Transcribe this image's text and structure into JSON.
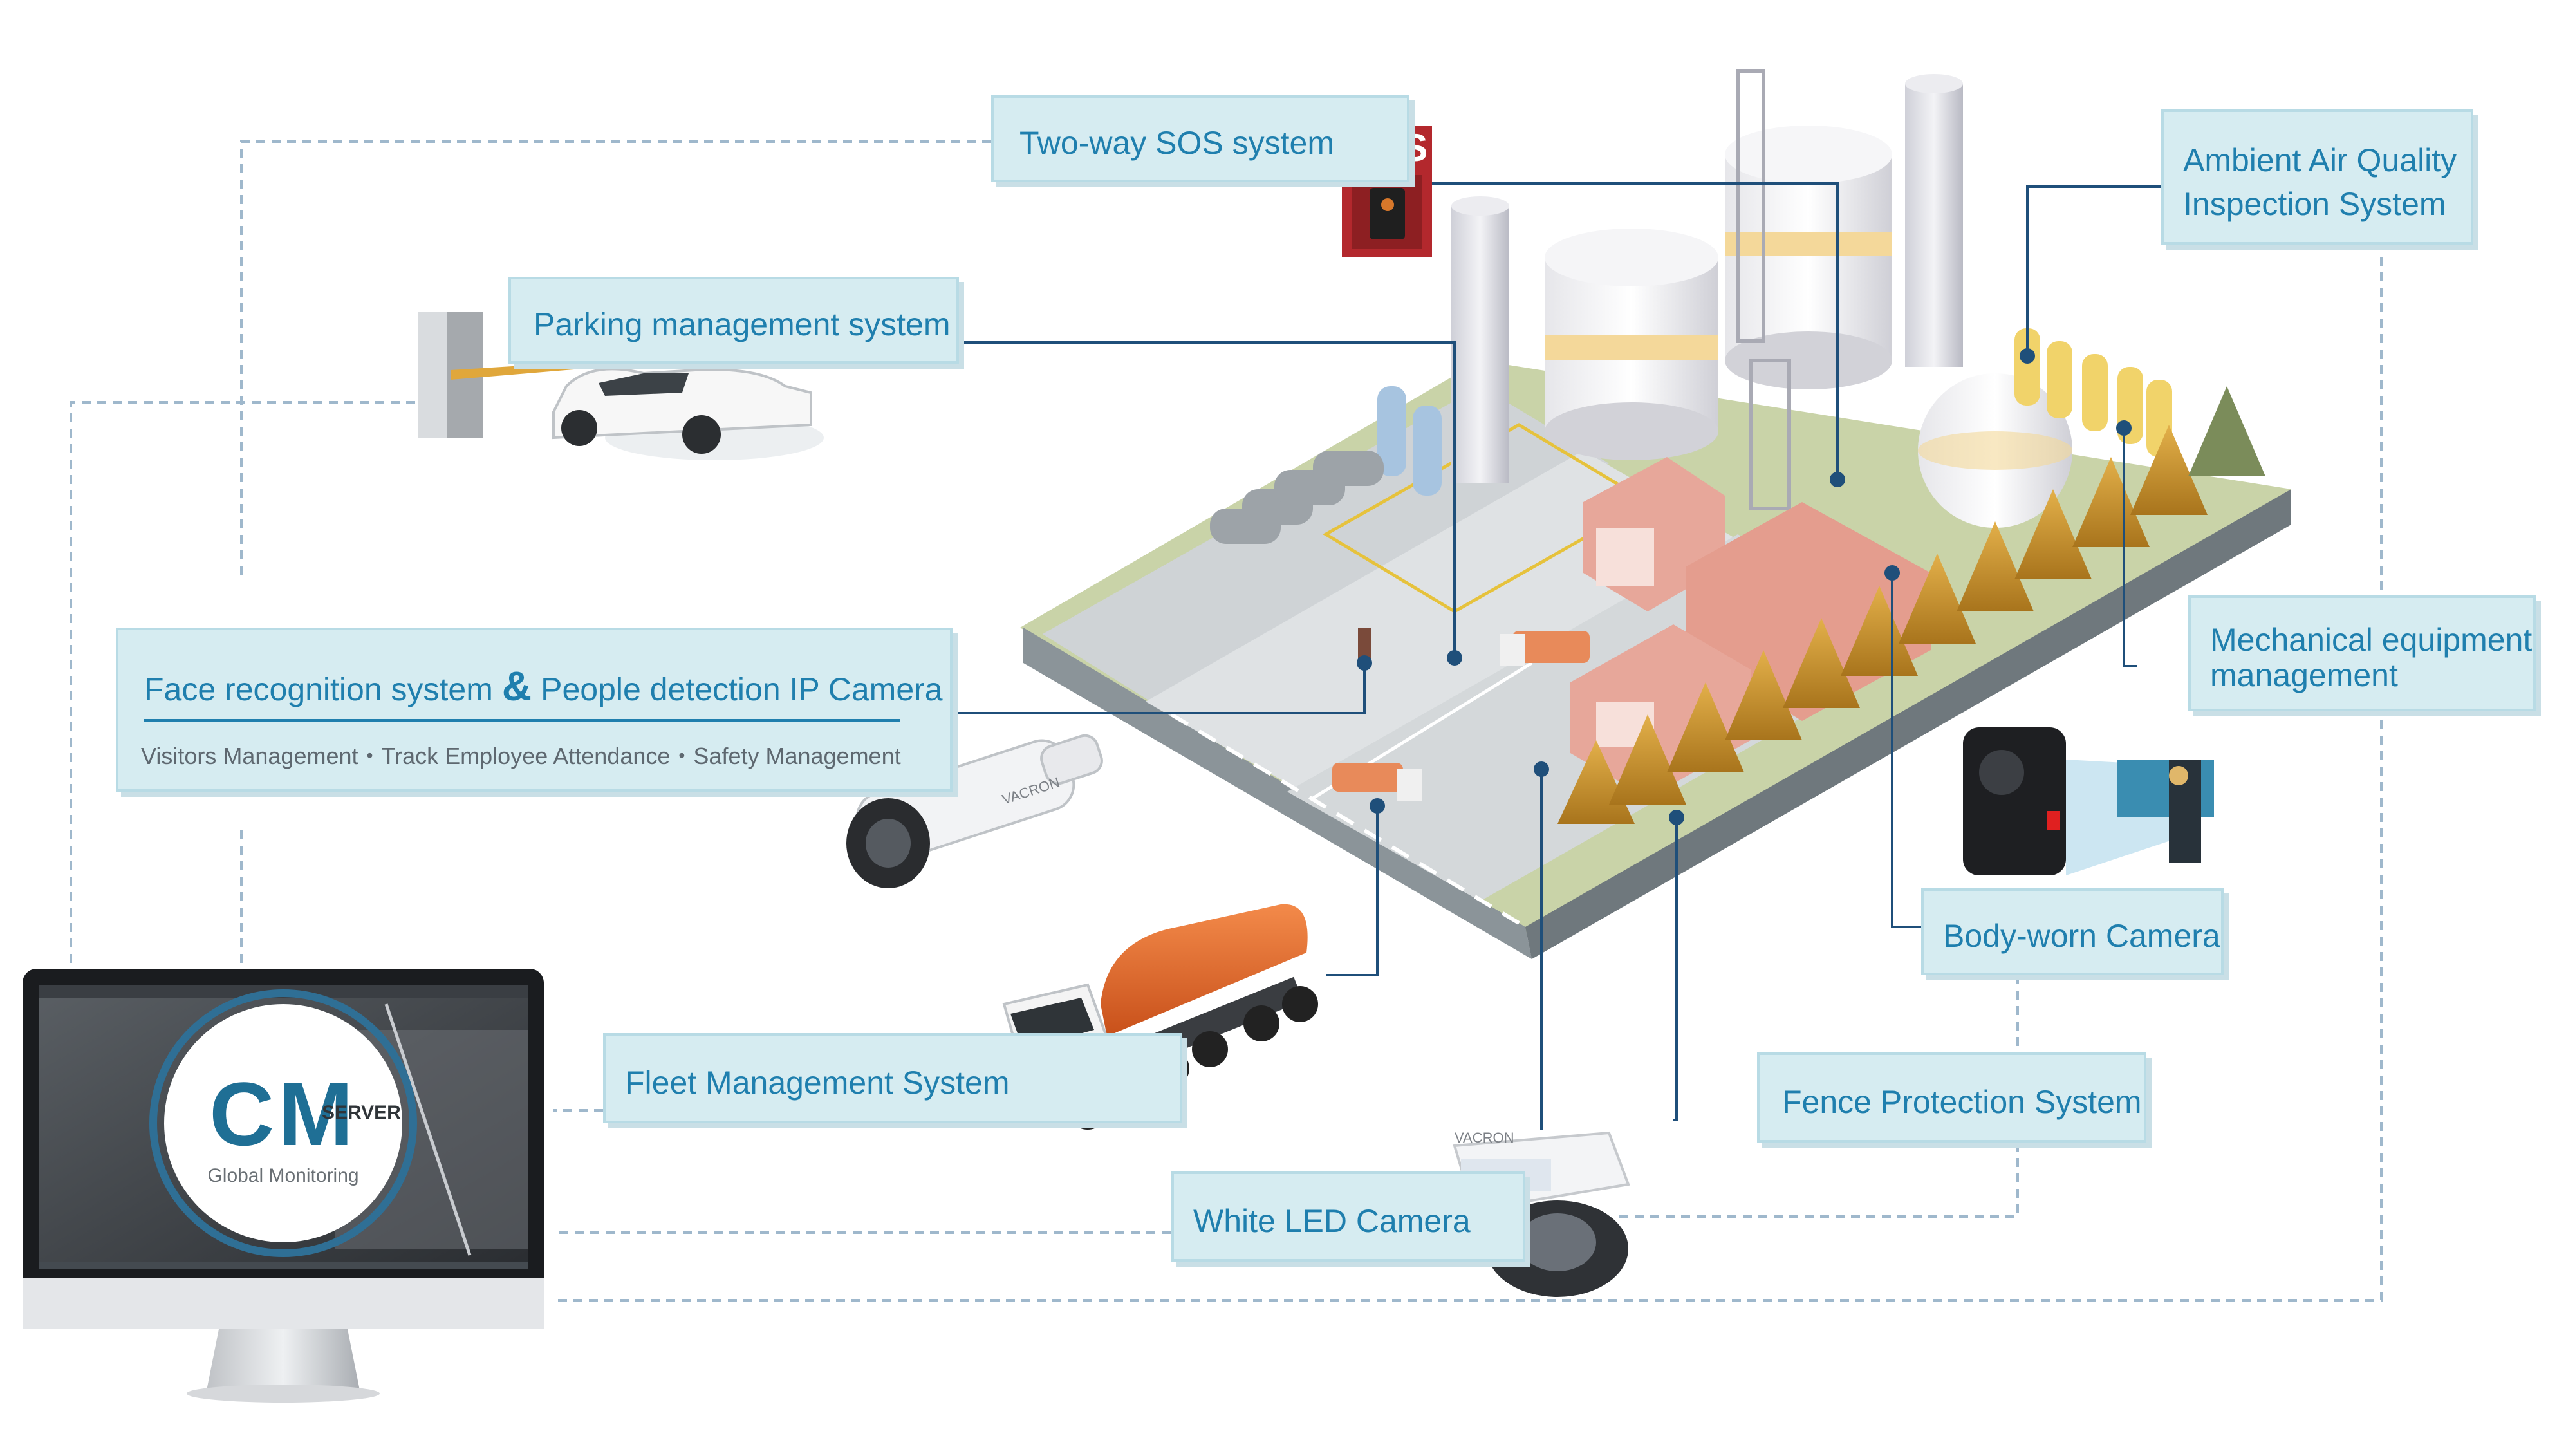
{
  "labels": {
    "sos": "Two-way SOS system",
    "sos_sign": "SOS",
    "parking": "Parking management system",
    "face_part1": "Face recognition system",
    "face_amp": "&",
    "face_part2": "People detection IP Camera",
    "face_sub": "Visitors Management・Track Employee Attendance・Safety Management",
    "air_line1": "Ambient Air Quality",
    "air_line2": "Inspection System",
    "mech_line1": "Mechanical equipment",
    "mech_line2": "management",
    "body_cam": "Body-worn Camera",
    "fleet": "Fleet Management System",
    "fence": "Fence Protection System",
    "white_led": "White LED Camera",
    "bullet_brand": "VACRON",
    "dome_brand": "VACRON"
  },
  "monitor": {
    "logo_letters": "CM",
    "server": "SERVER",
    "subtitle": "Global Monitoring"
  },
  "colors": {
    "label_bg": "#d6ecf1",
    "label_text": "#1f7fae",
    "connector": "#1f4f7a",
    "dashed": "#9fb8cc",
    "sos_red": "#b3282d",
    "building": "#e7a79a",
    "tree": "#c9902a"
  }
}
